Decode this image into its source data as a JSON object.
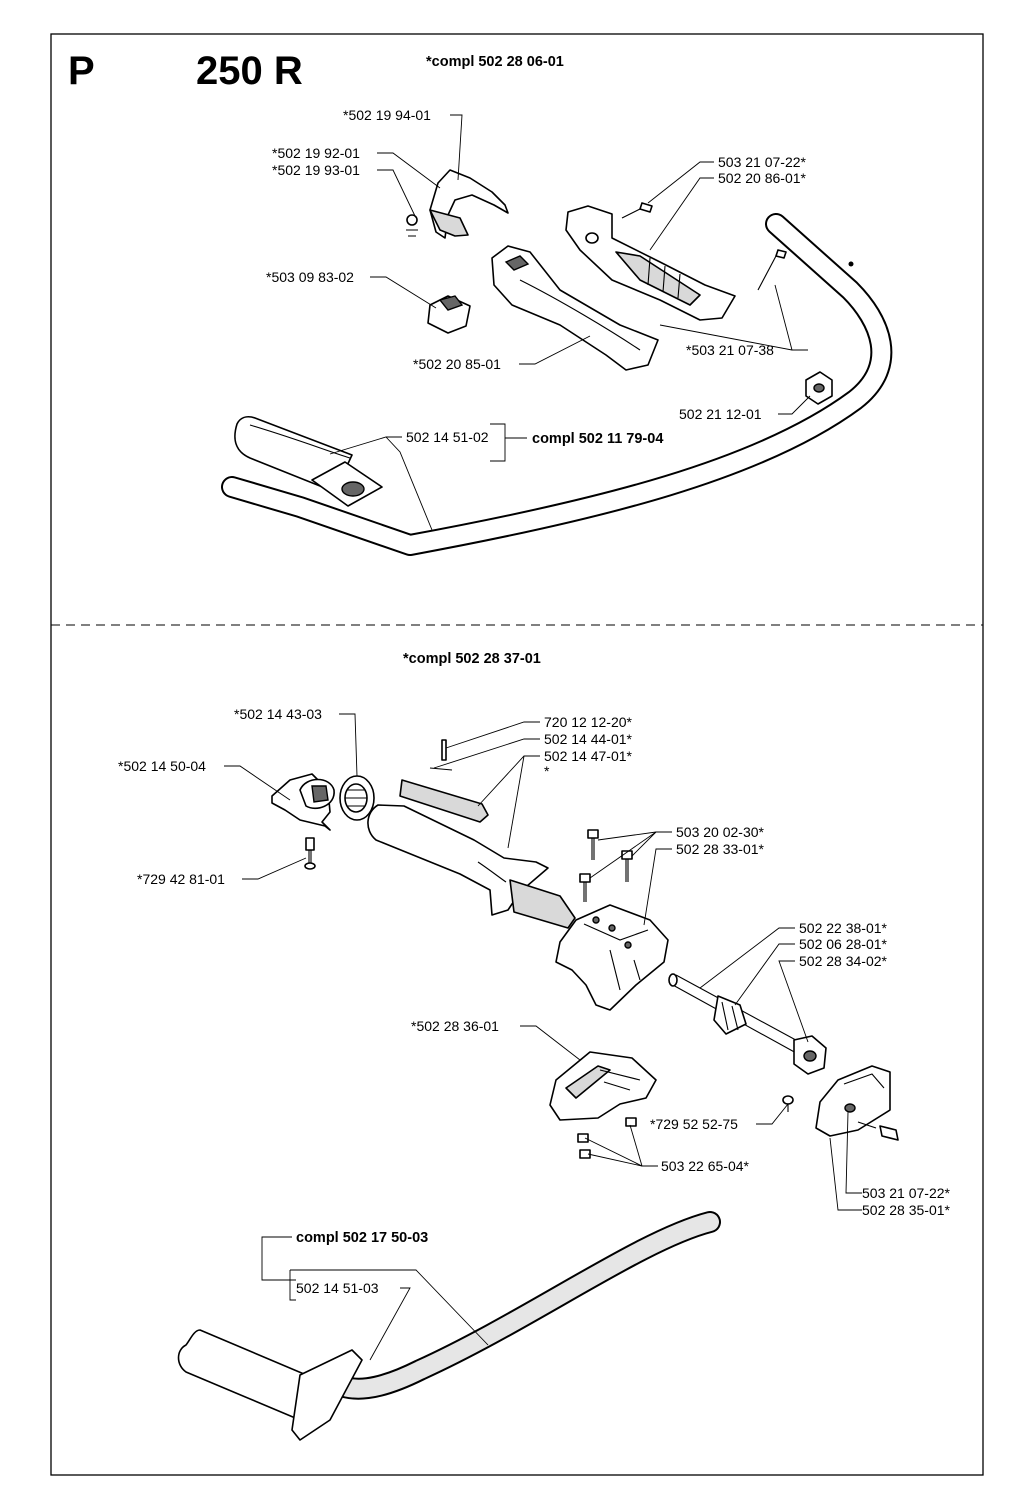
{
  "header": {
    "section_letter": "P",
    "model": "250 R"
  },
  "upper_section": {
    "assembly_label": "*compl 502 28 06-01",
    "parts": [
      "*502 19 94-01",
      "*502 19 92-01",
      "*502 19 93-01",
      "503 21 07-22*",
      "502 20 86-01*",
      "*503 09 83-02",
      "*502 20 85-01",
      "*503 21 07-38",
      "502 21 12-01",
      "502 14 51-02"
    ],
    "sub_assembly_label": "compl 502 11 79-04"
  },
  "lower_section": {
    "assembly_label": "*compl 502 28 37-01",
    "parts": [
      "*502 14 43-03",
      "*502 14 50-04",
      "720 12 12-20*",
      "502 14 44-01*",
      "502 14 47-01*",
      "*",
      "*729 42 81-01",
      "503 20 02-30*",
      "502 28 33-01*",
      "502 22 38-01*",
      "502 06 28-01*",
      "502 28 34-02*",
      "*502 28 36-01",
      "*729 52 52-75",
      "503 22 65-04*",
      "503 21 07-22*",
      "502 28 35-01*",
      "502 14 51-03"
    ],
    "sub_assembly_label": "compl 502 17 50-03"
  }
}
